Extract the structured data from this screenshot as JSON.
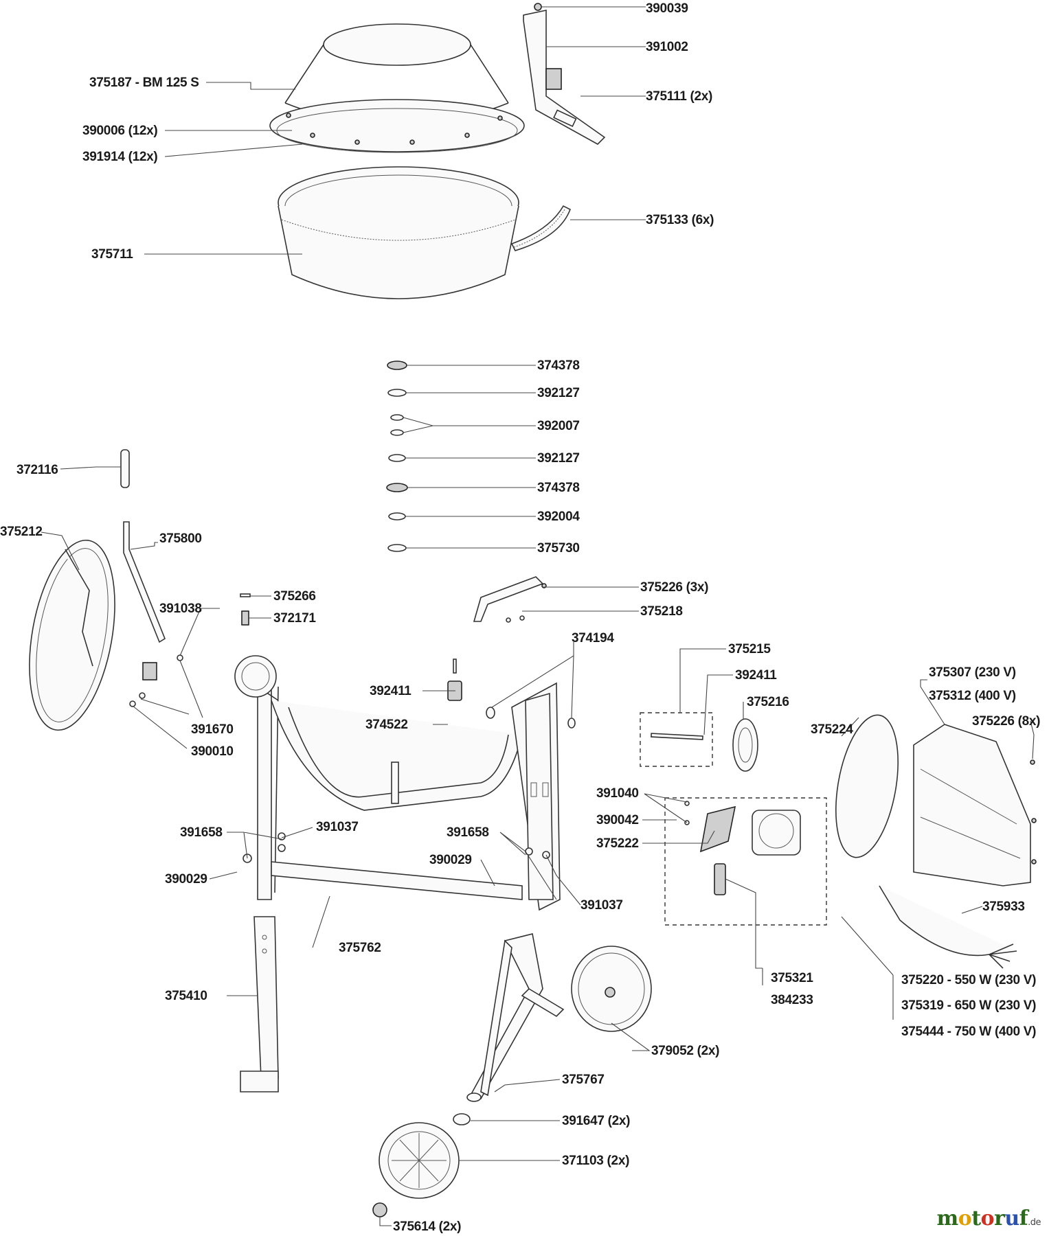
{
  "labels": {
    "l390039": "390039",
    "l391002": "391002",
    "l375111": "375111 (2x)",
    "l375187": "375187 - BM 125 S",
    "l390006": "390006 (12x)",
    "l391914": "391914 (12x)",
    "l375133": "375133 (6x)",
    "l375711": "375711",
    "l374378a": "374378",
    "l392127a": "392127",
    "l392007": "392007",
    "l392127b": "392127",
    "l374378b": "374378",
    "l392004": "392004",
    "l375730": "375730",
    "l372116": "372116",
    "l375212": "375212",
    "l375800": "375800",
    "l391038": "391038",
    "l375266": "375266",
    "l372171": "372171",
    "l391670": "391670",
    "l390010": "390010",
    "l375226a": "375226 (3x)",
    "l375218": "375218",
    "l374194": "374194",
    "l392411a": "392411",
    "l374522": "374522",
    "l375215": "375215",
    "l392411b": "392411",
    "l375216": "375216",
    "l375307": "375307 (230 V)",
    "l375312": "375312 (400 V)",
    "l375226b": "375226 (8x)",
    "l375224": "375224",
    "l391040": "391040",
    "l390042": "390042",
    "l375222": "375222",
    "l391658a": "391658",
    "l391037a": "391037",
    "l390029a": "390029",
    "l391658b": "391658",
    "l390029b": "390029",
    "l391037b": "391037",
    "l375933": "375933",
    "l375762": "375762",
    "l375410": "375410",
    "l375321": "375321",
    "l384233": "384233",
    "l375220": "375220 - 550 W (230 V)",
    "l375319": "375319 - 650 W (230 V)",
    "l375444": "375444 - 750 W (400 V)",
    "l379052": "379052 (2x)",
    "l375767": "375767",
    "l391647": "391647 (2x)",
    "l371103": "371103 (2x)",
    "l375614": "375614 (2x)"
  },
  "brand": {
    "m": "m",
    "o1": "o",
    "t": "t",
    "o2": "o",
    "r": "r",
    "u": "u",
    "f": "f",
    "de": ".de"
  }
}
